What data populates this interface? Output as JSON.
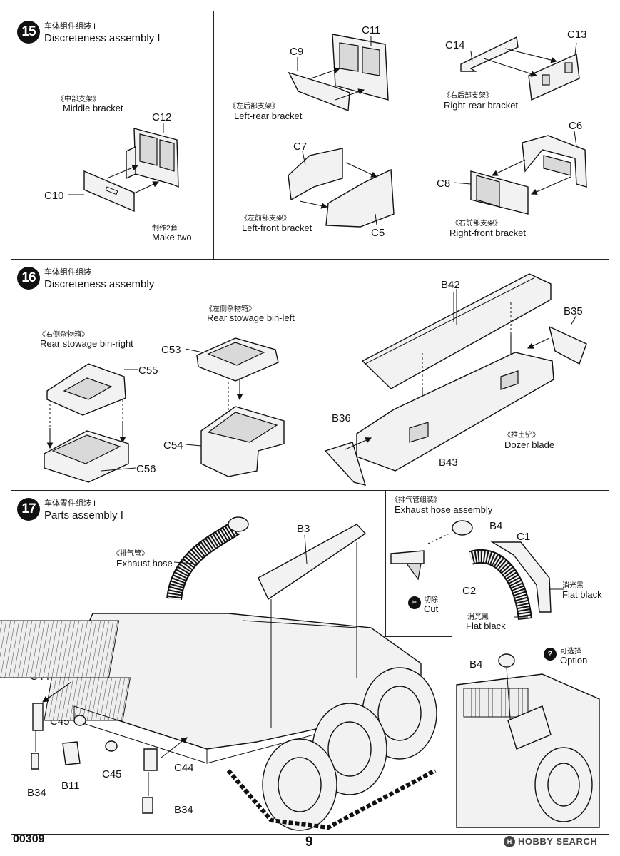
{
  "page_number": "9",
  "product_code": "00309",
  "watermark": "HOBBY SEARCH",
  "step15": {
    "number": "15",
    "title_cn": "车体组件组装 I",
    "title_en": "Discreteness assembly I",
    "middle": {
      "cn": "《中部支架》",
      "en": "Middle bracket",
      "parts": [
        "C12",
        "C10"
      ],
      "note_cn": "制作2套",
      "note_en": "Make two"
    },
    "left_rear": {
      "cn": "《左后部支架》",
      "en": "Left-rear bracket",
      "parts": [
        "C11",
        "C9"
      ]
    },
    "right_rear": {
      "cn": "《右后部支架》",
      "en": "Right-rear bracket",
      "parts": [
        "C14",
        "C13"
      ]
    },
    "left_front": {
      "cn": "《左前部支架》",
      "en": "Left-front bracket",
      "parts": [
        "C7",
        "C5"
      ]
    },
    "right_front": {
      "cn": "《右前部支架》",
      "en": "Right-front bracket",
      "parts": [
        "C6",
        "C8"
      ]
    }
  },
  "step16": {
    "number": "16",
    "title_cn": "车体组件组装",
    "title_en": "Discreteness assembly",
    "bin_right": {
      "cn": "《右侧杂物箱》",
      "en": "Rear stowage bin-right",
      "parts": [
        "C55",
        "C56"
      ]
    },
    "bin_left": {
      "cn": "《左侧杂物箱》",
      "en": "Rear stowage bin-left",
      "parts": [
        "C53",
        "C54"
      ]
    },
    "dozer": {
      "cn": "《推土铲》",
      "en": "Dozer blade",
      "parts": [
        "B42",
        "B35",
        "B36",
        "B43"
      ]
    }
  },
  "step17": {
    "number": "17",
    "title_cn": "车体零件组装 I",
    "title_en": "Parts assembly I",
    "exhaust": {
      "cn": "《排气管》",
      "en": "Exhaust hose"
    },
    "parts": [
      "B3",
      "C44",
      "C45",
      "B34",
      "B11",
      "C45",
      "C44",
      "B34"
    ],
    "sub": {
      "cn": "《排气管组装》",
      "en": "Exhaust hose assembly",
      "parts": [
        "B4",
        "C1",
        "C2"
      ],
      "cut_cn": "切除",
      "cut_en": "Cut",
      "flat_cn": "消光黑",
      "flat_en": "Flat black"
    },
    "option": {
      "cn": "可选择",
      "en": "Option",
      "part": "B4",
      "icon": "question-icon"
    }
  }
}
